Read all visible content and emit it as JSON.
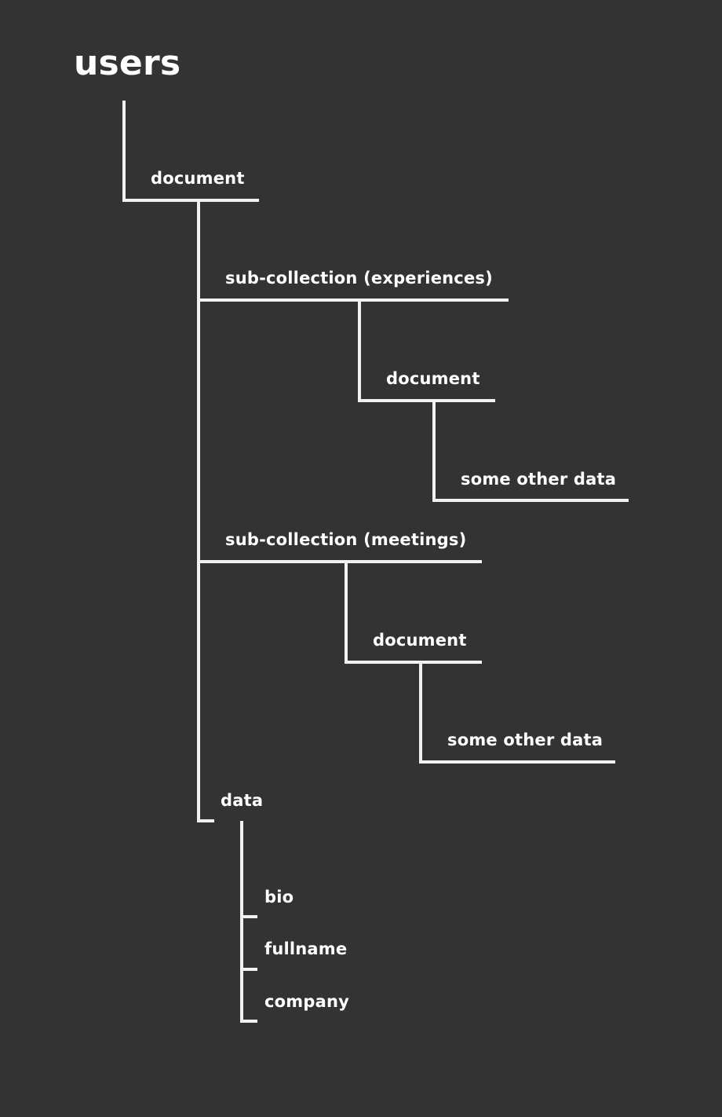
{
  "title": "users",
  "nodes": {
    "root_document": "document",
    "subcollection_experiences": "sub-collection (experiences)",
    "experiences_document": "document",
    "experiences_other_data": "some other data",
    "subcollection_meetings": "sub-collection (meetings)",
    "meetings_document": "document",
    "meetings_other_data": "some other data",
    "data": "data",
    "field_bio": "bio",
    "field_fullname": "fullname",
    "field_company": "company"
  },
  "colors": {
    "background": "#333333",
    "lines": "#f2f2f2",
    "text": "#ffffff"
  }
}
